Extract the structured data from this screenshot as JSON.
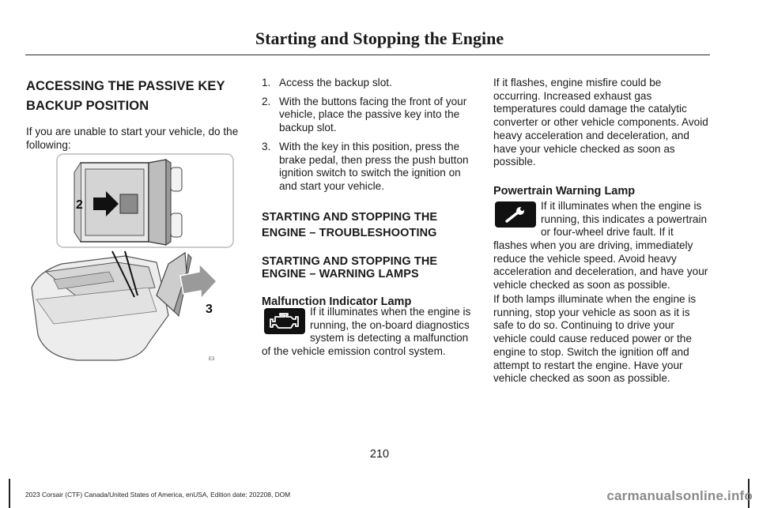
{
  "header": {
    "title": "Starting and Stopping the Engine"
  },
  "left": {
    "heading_line1": "ACCESSING THE PASSIVE KEY",
    "heading_line2": "BACKUP POSITION",
    "intro": "If you are unable to start your vehicle, do the following:",
    "figure": {
      "callouts": [
        "2",
        "3"
      ],
      "code": "E3"
    }
  },
  "middle": {
    "steps": [
      {
        "num": "1.",
        "text": "Access the backup slot."
      },
      {
        "num": "2.",
        "text": "With the buttons facing the front of your vehicle, place the passive key into the backup slot."
      },
      {
        "num": "3.",
        "text": "With the key in this position, press the brake pedal, then press the push button ignition switch to switch the ignition on and start your vehicle."
      }
    ],
    "troubleshoot_line1": "STARTING AND STOPPING THE",
    "troubleshoot_line2": "ENGINE – TROUBLESHOOTING",
    "warning_lamps_line1": "STARTING AND STOPPING THE",
    "warning_lamps_line2": "ENGINE – WARNING LAMPS",
    "mil_heading": "Malfunction Indicator Lamp",
    "mil_text_wrapped": "If it illuminates when the engine is running, the on-board diagnostics system is detecting a malfunction",
    "mil_text_cont": "of the vehicle emission control system.",
    "mil_icon": "engine-icon"
  },
  "right": {
    "flash_text": "If it flashes, engine misfire could be occurring. Increased exhaust gas temperatures could damage the catalytic converter or other vehicle components. Avoid heavy acceleration and deceleration, and have your vehicle checked as soon as possible.",
    "powertrain_heading": "Powertrain Warning Lamp",
    "powertrain_wrapped": "If it illuminates when the engine is running, this indicates a powertrain or four-wheel drive fault. If it",
    "powertrain_cont": "flashes when you are driving, immediately reduce the vehicle speed.  Avoid heavy acceleration and deceleration, and have your vehicle checked as soon as possible.",
    "powertrain_icon": "wrench-icon",
    "both_text": "If both lamps illuminate when the engine is running, stop your vehicle as soon as it is safe to do so.  Continuing to drive your vehicle could cause reduced power or the engine to stop.  Switch the ignition off and attempt to restart the engine.  Have your vehicle checked as soon as possible."
  },
  "page_number": "210",
  "footer": "2023 Corsair (CTF) Canada/United States of America, enUSA, Edition date: 202208, DOM",
  "watermark": "carmanualsonline.info"
}
